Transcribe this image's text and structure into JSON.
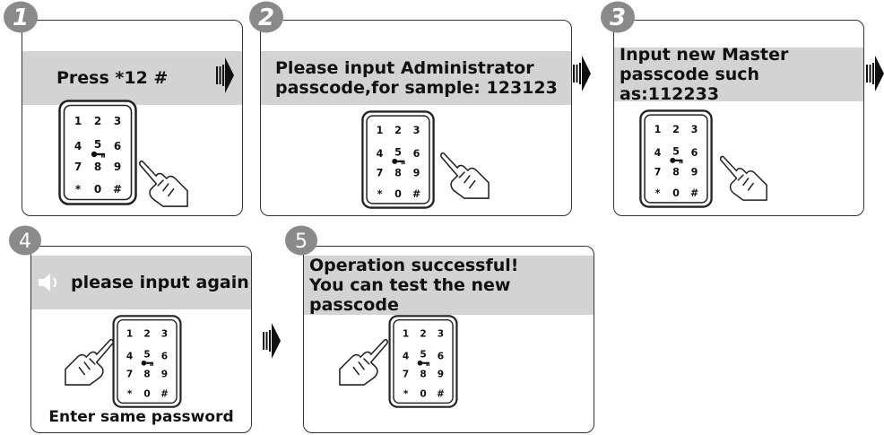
{
  "steps": [
    {
      "number": "1",
      "instruction": "Press *12 #"
    },
    {
      "number": "2",
      "instruction": "Please input Administrator\npasscode,for sample: 123123"
    },
    {
      "number": "3",
      "instruction": "Input new Master\npasscode such as:112233"
    },
    {
      "number": "4",
      "instruction": "please input again",
      "caption": "Enter same password",
      "icon": "speaker-icon"
    },
    {
      "number": "5",
      "instruction": "Operation successful!\nYou can test the new passcode"
    }
  ],
  "keypad": {
    "rows": [
      [
        "1",
        "2",
        "3"
      ],
      [
        "4",
        "5",
        "6"
      ],
      [
        "7",
        "8",
        "9"
      ],
      [
        "*",
        "0",
        "#"
      ]
    ],
    "center_icon": "key-icon"
  },
  "colors": {
    "banner": "#d3d3d3",
    "badge": "#8a8a8a",
    "outline": "#333333"
  }
}
